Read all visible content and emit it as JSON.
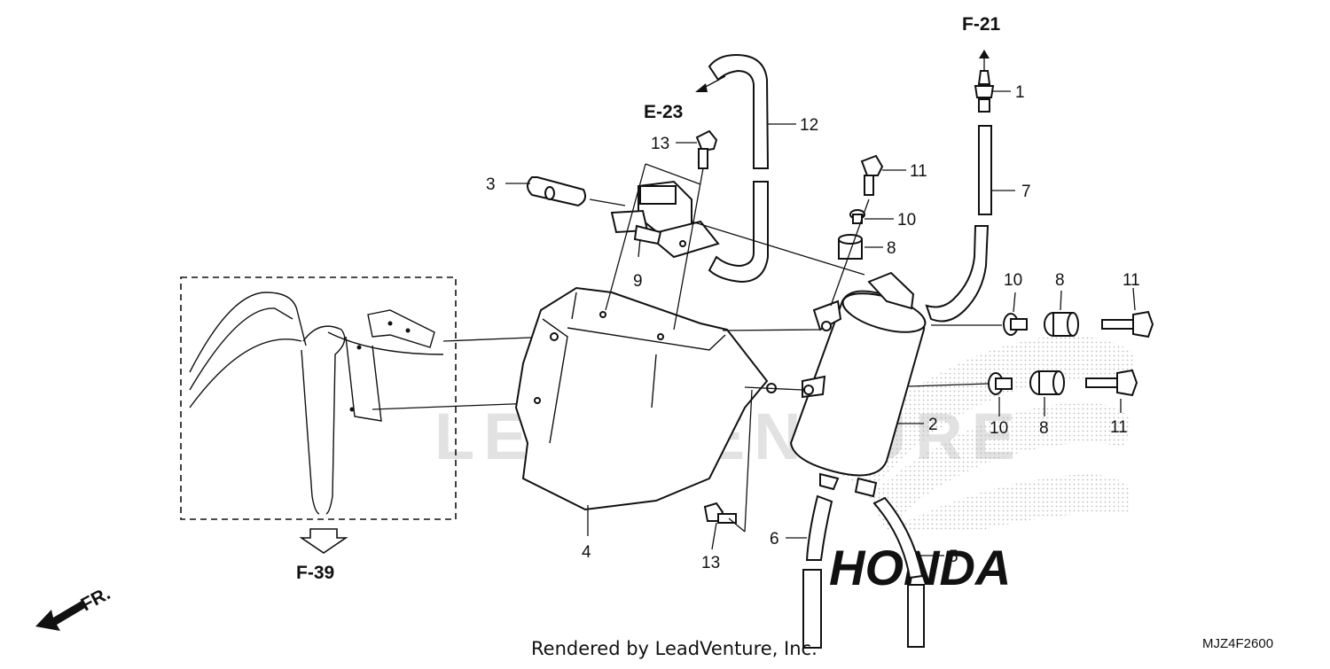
{
  "diagram": {
    "callouts": [
      "1",
      "2",
      "3",
      "4",
      "5",
      "6",
      "7",
      "8",
      "8",
      "8",
      "9",
      "10",
      "10",
      "10",
      "11",
      "11",
      "11",
      "12",
      "13",
      "13"
    ],
    "references": {
      "top_right": "F-21",
      "top_left": "E-23",
      "bottom_left": "F-39"
    },
    "direction_marker": "FR.",
    "watermark": "LEADVENTURE",
    "brand_mark": "HONDA",
    "footer": "Rendered by LeadVenture, Inc.",
    "diagram_code": "MJZ4F2600"
  }
}
